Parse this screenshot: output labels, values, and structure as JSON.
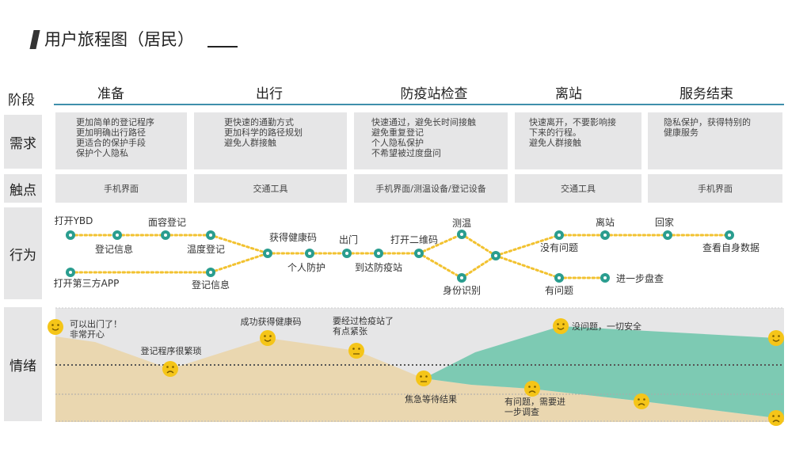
{
  "title": "用户旅程图（居民）",
  "stage_row_label": "阶段",
  "stages": [
    "准备",
    "出行",
    "防疫站检查",
    "离站",
    "服务结束"
  ],
  "rows": {
    "needs": "需求",
    "touchpoints": "触点",
    "actions": "行为",
    "emotions": "情绪"
  },
  "needs": [
    "更加简单的登记程序\n更加明确出行路径\n更适合的保护手段\n保护个人隐私",
    "更快速的通勤方式\n更加科学的路径规划\n避免人群接触",
    "快速通过，避免长时间接触\n避免重复登记\n个人隐私保护\n不希望被过度盘问",
    "快速离开，不要影响接\n下来的行程。\n避免人群接触",
    "隐私保护，获得特别的\n健康服务"
  ],
  "touchpoints": [
    "手机界面",
    "交通工具",
    "手机界面/测温设备/登记设备",
    "交通工具",
    "手机界面"
  ],
  "actions": [
    {
      "id": "ybd",
      "label": "打开YBD",
      "pos": "above"
    },
    {
      "id": "reg",
      "label": "登记信息",
      "pos": "below"
    },
    {
      "id": "face",
      "label": "面容登记",
      "pos": "above"
    },
    {
      "id": "temp1",
      "label": "温度登记",
      "pos": "below"
    },
    {
      "id": "third",
      "label": "打开第三方APP",
      "pos": "below"
    },
    {
      "id": "reg2",
      "label": "登记信息",
      "pos": "below"
    },
    {
      "id": "code",
      "label": "获得健康码",
      "pos": "above"
    },
    {
      "id": "protect",
      "label": "个人防护",
      "pos": "below"
    },
    {
      "id": "out",
      "label": "出门",
      "pos": "above"
    },
    {
      "id": "arrive",
      "label": "到达防疫站",
      "pos": "below"
    },
    {
      "id": "qr",
      "label": "打开二维码",
      "pos": "above"
    },
    {
      "id": "measure",
      "label": "测温",
      "pos": "above"
    },
    {
      "id": "idcheck",
      "label": "身份识别",
      "pos": "below"
    },
    {
      "id": "hub",
      "label": "",
      "pos": "none"
    },
    {
      "id": "noprob",
      "label": "没有问题",
      "pos": "below"
    },
    {
      "id": "leave",
      "label": "离站",
      "pos": "above"
    },
    {
      "id": "home",
      "label": "回家",
      "pos": "above"
    },
    {
      "id": "data",
      "label": "查看自身数据",
      "pos": "below"
    },
    {
      "id": "prob",
      "label": "有问题",
      "pos": "below"
    },
    {
      "id": "inquire",
      "label": "进一步盘查",
      "pos": "right"
    }
  ],
  "emotions": [
    {
      "id": "e1",
      "text": "可以出门了！\n非常开心",
      "mood": "happy"
    },
    {
      "id": "e2",
      "text": "登记程序很繁琐",
      "mood": "sad"
    },
    {
      "id": "e3",
      "text": "成功获得健康码",
      "mood": "happy"
    },
    {
      "id": "e4",
      "text": "要经过检疫站了\n有点紧张",
      "mood": "neutral"
    },
    {
      "id": "e5",
      "text": "焦急等待结果",
      "mood": "neutral"
    },
    {
      "id": "e6",
      "text": "有问题，需要进\n一步调查",
      "mood": "sad"
    },
    {
      "id": "e7",
      "text": "没问题，一切安全",
      "mood": "happy"
    },
    {
      "id": "e8",
      "text": "",
      "mood": "sad"
    },
    {
      "id": "e9",
      "text": "",
      "mood": "happy"
    },
    {
      "id": "e10",
      "text": "",
      "mood": "sad"
    }
  ],
  "colors": {
    "accent": "#3f8fab",
    "node": "#2a9d8f",
    "dot": "#f2c230",
    "emoji": "#f5c518",
    "warm": "#ead7b0",
    "cool": "#7dcab3",
    "panel": "#e6e6e7"
  }
}
